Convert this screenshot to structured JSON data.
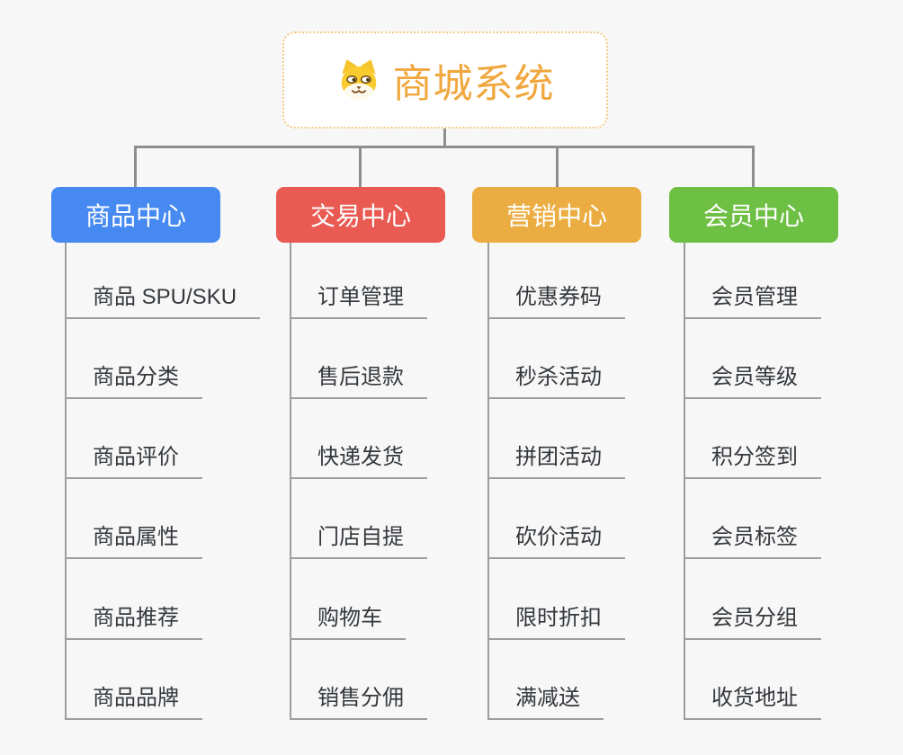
{
  "app": {
    "background": "#f7f7f7",
    "connector_color": "#8e8e8e",
    "underline_color": "#9d9d9d",
    "leaf_text_color": "#34383c"
  },
  "root": {
    "title": "商城系统",
    "icon": "shiba-dog-icon",
    "text_color": "#f0a73e",
    "border_color": "#f4c981",
    "background": "#ffffff"
  },
  "branches": [
    {
      "label": "商品中心",
      "color": "#4589f1",
      "children": [
        "商品 SPU/SKU",
        "商品分类",
        "商品评价",
        "商品属性",
        "商品推荐",
        "商品品牌"
      ]
    },
    {
      "label": "交易中心",
      "color": "#e85a52",
      "children": [
        "订单管理",
        "售后退款",
        "快递发货",
        "门店自提",
        "购物车",
        "销售分佣"
      ]
    },
    {
      "label": "营销中心",
      "color": "#ebad41",
      "children": [
        "优惠券码",
        "秒杀活动",
        "拼团活动",
        "砍价活动",
        "限时折扣",
        "满减送"
      ]
    },
    {
      "label": "会员中心",
      "color": "#6ec044",
      "children": [
        "会员管理",
        "会员等级",
        "积分签到",
        "会员标签",
        "会员分组",
        "收货地址"
      ]
    }
  ]
}
